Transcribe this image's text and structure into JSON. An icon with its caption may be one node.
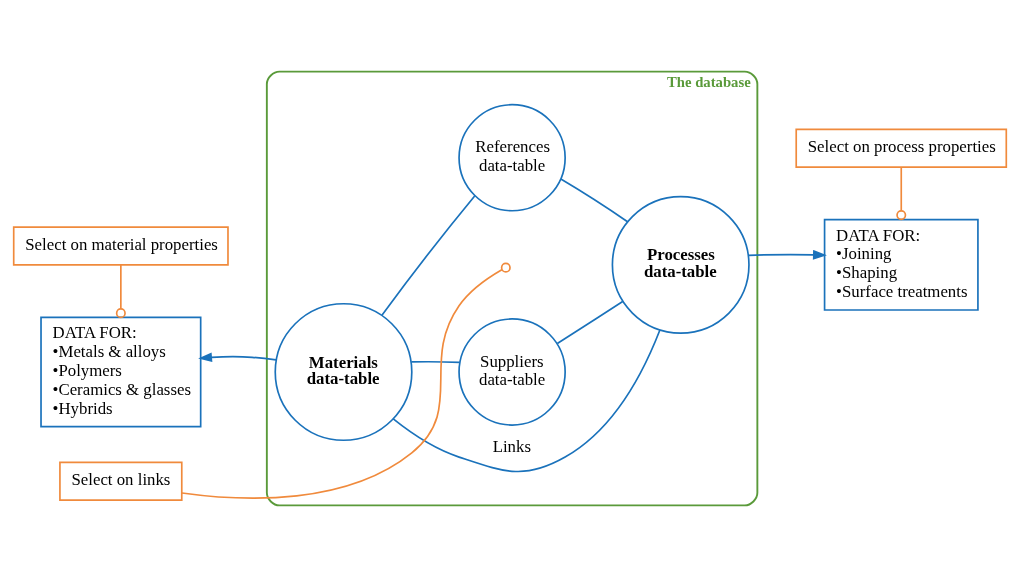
{
  "diagram": {
    "nodes": [
      {
        "text": [
          "The database"
        ]
      },
      {
        "text": [
          "References data-table"
        ],
        "in": 0
      },
      {
        "text": [
          "Materials data-table"
        ],
        "in": 0
      },
      {
        "text": [
          "Processes data-table"
        ],
        "in": 0
      },
      {
        "text": [
          "Suppliers data-table"
        ],
        "in": 0
      },
      {
        "text": [
          "DATA FOR:",
          "•Metals & alloys",
          "•Polymers",
          "•Ceramics & glasses",
          "•Hybrids"
        ]
      },
      {
        "text": [
          "DATA FOR:",
          "•Joining",
          "•Shaping",
          "•Surface treatments"
        ]
      },
      {
        "text": [
          "Select on material properties"
        ]
      },
      {
        "text": [
          "Select on process properties"
        ]
      },
      {
        "text": [
          "Select on links"
        ]
      }
    ],
    "edges": [
      {
        "from": 1,
        "to": 2,
        "arrow": "none"
      },
      {
        "from": 1,
        "to": 3,
        "arrow": "none"
      },
      {
        "from": 2,
        "to": 3,
        "arrow": "none",
        "label": "Links"
      },
      {
        "from": 4,
        "to": 2,
        "arrow": "none"
      },
      {
        "from": 4,
        "to": 3,
        "arrow": "none"
      },
      {
        "from": 2,
        "to": 5,
        "arrow": "to"
      },
      {
        "from": 3,
        "to": 6,
        "arrow": "to"
      },
      {
        "from": 7,
        "to": 5,
        "arrow": "other",
        "color": "#f08a3c"
      },
      {
        "from": 8,
        "to": 6,
        "arrow": "other",
        "color": "#f08a3c"
      },
      {
        "from": 9,
        "to": null,
        "arrow": "other",
        "color": "#f08a3c"
      }
    ]
  }
}
